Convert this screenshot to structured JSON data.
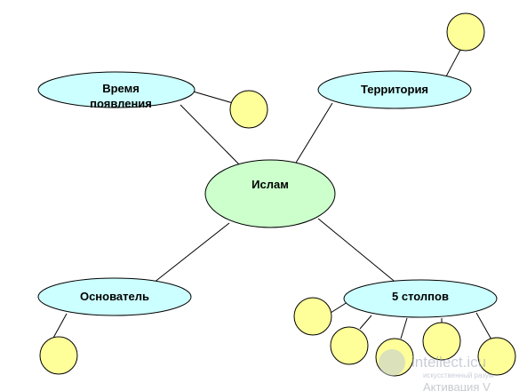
{
  "diagram": {
    "center": {
      "label": "Ислам"
    },
    "branches": {
      "time": {
        "line1": "Время",
        "line2": "появления"
      },
      "territory": {
        "label": "Территория"
      },
      "founder": {
        "label": "Основатель"
      },
      "pillars": {
        "label": "5 столпов"
      }
    }
  },
  "watermark": {
    "brand": "intellect.icu",
    "tagline": "искусственный разум",
    "activation": "Активация V"
  },
  "colors": {
    "center_fill": "#ccffcc",
    "branch_fill": "#ccffff",
    "leaf_fill": "#ffff99",
    "stroke": "#000000"
  }
}
